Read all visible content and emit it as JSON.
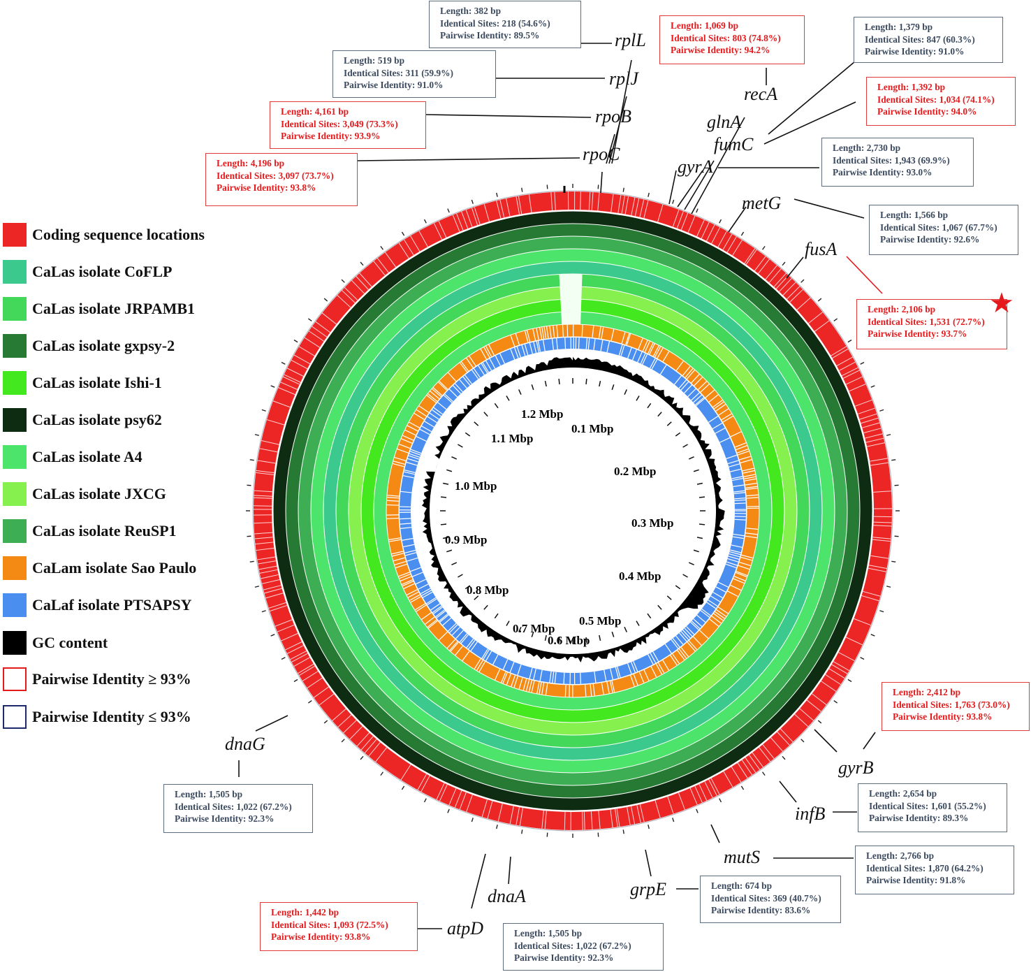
{
  "legend": [
    {
      "label": "Coding sequence locations",
      "color": "#ec2525",
      "outline": false
    },
    {
      "label": "CaLas isolate CoFLP",
      "color": "#3cc98e",
      "outline": false
    },
    {
      "label": "CaLas isolate JRPAMB1",
      "color": "#44d85a",
      "outline": false
    },
    {
      "label": "CaLas isolate gxpsy-2",
      "color": "#267a34",
      "outline": false
    },
    {
      "label": "CaLas isolate Ishi-1",
      "color": "#43e81e",
      "outline": false
    },
    {
      "label": "CaLas isolate psy62",
      "color": "#0d2c12",
      "outline": false
    },
    {
      "label": "CaLas isolate A4",
      "color": "#4de46b",
      "outline": false
    },
    {
      "label": "CaLas isolate JXCG",
      "color": "#86f04f",
      "outline": false
    },
    {
      "label": "CaLas isolate ReuSP1",
      "color": "#3eae54",
      "outline": false
    },
    {
      "label": "CaLam isolate Sao Paulo",
      "color": "#f48a14",
      "outline": false
    },
    {
      "label": "CaLaf isolate PTSAPSY",
      "color": "#4a8ef0",
      "outline": false
    },
    {
      "label": "GC content",
      "color": "#000000",
      "outline": false
    },
    {
      "label": "Pairwise Identity ≥ 93%",
      "color": "#e41a1c",
      "outline": true
    },
    {
      "label": "Pairwise Identity ≤ 93%",
      "color": "#1c2a6b",
      "outline": true
    }
  ],
  "scale_labels": [
    "0.1 Mbp",
    "0.2 Mbp",
    "0.3 Mbp",
    "0.4 Mbp",
    "0.5 Mbp",
    "0.6 Mbp",
    "0.7 Mbp",
    "0.8 Mbp",
    "0.9 Mbp",
    "1.0 Mbp",
    "1.1 Mbp",
    "1.2 Mbp"
  ],
  "genes": [
    {
      "name": "rplL",
      "length": "Length: 382 bp",
      "identical": "Identical Sites: 218 (54.6%)",
      "pairwise": "Pairwise Identity: 89.5%",
      "high_identity": false
    },
    {
      "name": "rplJ",
      "length": "Length: 519 bp",
      "identical": "Identical Sites: 311 (59.9%)",
      "pairwise": "Pairwise Identity: 91.0%",
      "high_identity": false
    },
    {
      "name": "rpoB",
      "length": "Length: 4,161 bp",
      "identical": "Identical Sites: 3,049 (73.3%)",
      "pairwise": "Pairwise Identity: 93.9%",
      "high_identity": true
    },
    {
      "name": "rpoC",
      "length": "Length: 4,196 bp",
      "identical": "Identical Sites: 3,097 (73.7%)",
      "pairwise": "Pairwise Identity: 93.8%",
      "high_identity": true
    },
    {
      "name": "recA",
      "length": "Length: 1,069 bp",
      "identical": "Identical Sites: 803 (74.8%)",
      "pairwise": "Pairwise Identity: 94.2%",
      "high_identity": true
    },
    {
      "name": "glnA",
      "length": "Length: 1,379 bp",
      "identical": "Identical Sites: 847 (60.3%)",
      "pairwise": "Pairwise Identity: 91.0%",
      "high_identity": false
    },
    {
      "name": "fumC",
      "length": "Length: 1,392 bp",
      "identical": "Identical Sites: 1,034 (74.1%)",
      "pairwise": "Pairwise Identity: 94.0%",
      "high_identity": true
    },
    {
      "name": "gyrA",
      "length": "Length: 2,730 bp",
      "identical": "Identical Sites: 1,943 (69.9%)",
      "pairwise": "Pairwise Identity: 93.0%",
      "high_identity": false
    },
    {
      "name": "metG",
      "length": "Length: 1,566 bp",
      "identical": "Identical Sites: 1,067 (67.7%)",
      "pairwise": "Pairwise Identity: 92.6%",
      "high_identity": false
    },
    {
      "name": "fusA",
      "length": "Length: 2,106 bp",
      "identical": "Identical Sites: 1,531 (72.7%)",
      "pairwise": "Pairwise Identity: 93.7%",
      "high_identity": true,
      "starred": true
    },
    {
      "name": "gyrB",
      "length": "Length: 2,412 bp",
      "identical": "Identical Sites: 1,763 (73.0%)",
      "pairwise": "Pairwise Identity: 93.8%",
      "high_identity": true
    },
    {
      "name": "infB",
      "length": "Length: 2,654 bp",
      "identical": "Identical Sites: 1,601 (55.2%)",
      "pairwise": "Pairwise Identity: 89.3%",
      "high_identity": false
    },
    {
      "name": "mutS",
      "length": "Length: 2,766 bp",
      "identical": "Identical Sites: 1,870 (64.2%)",
      "pairwise": "Pairwise Identity: 91.8%",
      "high_identity": false
    },
    {
      "name": "grpE",
      "length": "Length: 674 bp",
      "identical": "Identical Sites: 369 (40.7%)",
      "pairwise": "Pairwise Identity: 83.6%",
      "high_identity": false
    },
    {
      "name": "dnaA",
      "length": "Length: 1,505 bp",
      "identical": "Identical Sites: 1,022 (67.2%)",
      "pairwise": "Pairwise Identity: 92.3%",
      "high_identity": false
    },
    {
      "name": "atpD",
      "length": "Length: 1,442 bp",
      "identical": "Identical Sites: 1,093 (72.5%)",
      "pairwise": "Pairwise Identity: 93.8%",
      "high_identity": true
    },
    {
      "name": "dnaG",
      "length": "Length: 1,505 bp",
      "identical": "Identical Sites: 1,022 (67.2%)",
      "pairwise": "Pairwise Identity: 92.3%",
      "high_identity": false
    }
  ]
}
